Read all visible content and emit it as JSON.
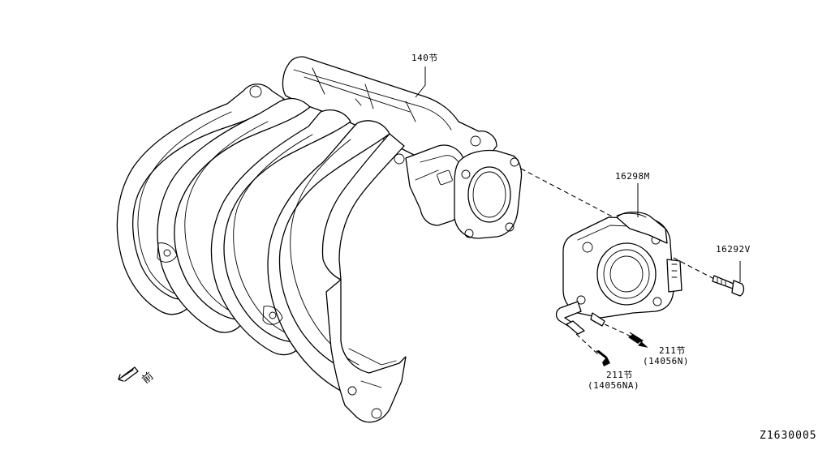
{
  "callouts": {
    "intake_manifold": "140节",
    "gasket": "16298M",
    "bolt": "16292V",
    "hose_a_ref": "211节",
    "hose_a_part": "(14056N)",
    "hose_b_ref": "211节",
    "hose_b_part": "(14056NA)"
  },
  "front_indicator": "前",
  "diagram_ref": "Z1630005"
}
